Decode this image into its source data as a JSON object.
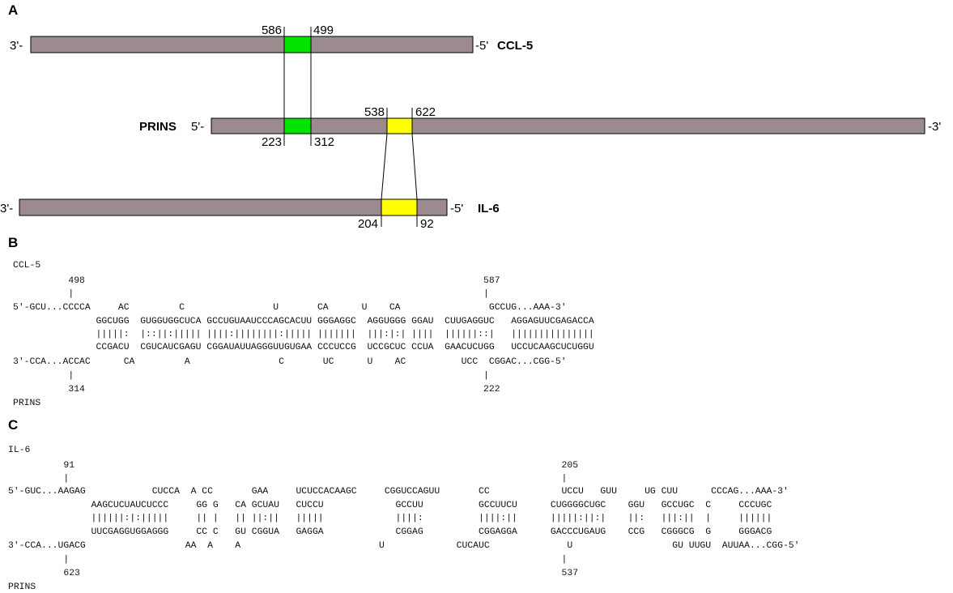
{
  "panels": {
    "a": "A",
    "b": "B",
    "c": "C"
  },
  "colors": {
    "bar": "#9b8b8f",
    "ccl5_region": "#00e400",
    "il6_region": "#ffff00"
  },
  "panel_a": {
    "ccl5": {
      "left_end": "3'-",
      "right_end": "-5'",
      "name": "CCL-5",
      "pos_left": "586",
      "pos_right": "499"
    },
    "prins": {
      "name": "PRINS",
      "left_end": "5'-",
      "right_end": "-3'",
      "green_left": "223",
      "green_right": "312",
      "yellow_left": "538",
      "yellow_right": "622"
    },
    "il6": {
      "left_end": "3'-",
      "right_end": "-5'",
      "name": "IL-6",
      "pos_left": "204",
      "pos_right": "92"
    }
  },
  "panel_b": {
    "lines": [
      "CCL-5",
      "          498                                                                        587",
      "          |                                                                          |",
      "5'-GCU...CCCCA     AC         C                U       CA      U    CA                GCCUG...AAA-3'",
      "               GGCUGG  GUGGUGGCUCA GCCUGUAAUCCCAGCACUU GGGAGGC  AGGUGGG GGAU  CUUGAGGUC   AGGAGUUCGAGACCA",
      "               |||||:  |::||:||||| ||||:||||||||:||||| |||||||  |||:|:| ||||  ||||||::|   |||||||||||||||",
      "               CCGACU  CGUCAUCGAGU CGGAUAUUAGGGUUGUGAA CCCUCCG  UCCGCUC CCUA  GAACUCUGG   UCCUCAAGCUCUGGU",
      "3'-CCA...ACCAC      CA         A                C       UC      U    AC          UCC  CGGAC...CGG-5'",
      "          |                                                                          |",
      "          314                                                                        222",
      "PRINS"
    ]
  },
  "panel_c": {
    "lines": [
      "IL-6",
      "          91                                                                                        205",
      "          |                                                                                         |",
      "5'-GUC...AAGAG            CUCCA  A CC       GAA     UCUCCACAAGC     CGGUCCAGUU       CC             UCCU   GUU     UG CUU      CCCAG...AAA-3'",
      "               AAGCUCUAUCUCCC     GG G   CA GCUAU   CUCCU             GCCUU          GCCUUCU      CUGGGGCUGC    GGU   GCCUGC  C     CCCUGC",
      "               ||||||:|:|||||     || |   || ||:||   |||||             ||||:          ||||:||      |||||:||:|    ||:   |||:||  |     ||||||",
      "               UUCGAGGUGGAGGG     CC C   GU CGGUA   GAGGA             CGGAG          CGGAGGA      GACCCUGAUG    CCG   CGGGCG  G     GGGACG",
      "3'-CCA...UGACG                  AA  A    A                         U             CUCAUC              U                  GU UUGU  AUUAA...CGG-5'",
      "          |                                                                                         |",
      "          623                                                                                       537",
      "PRINS"
    ]
  }
}
